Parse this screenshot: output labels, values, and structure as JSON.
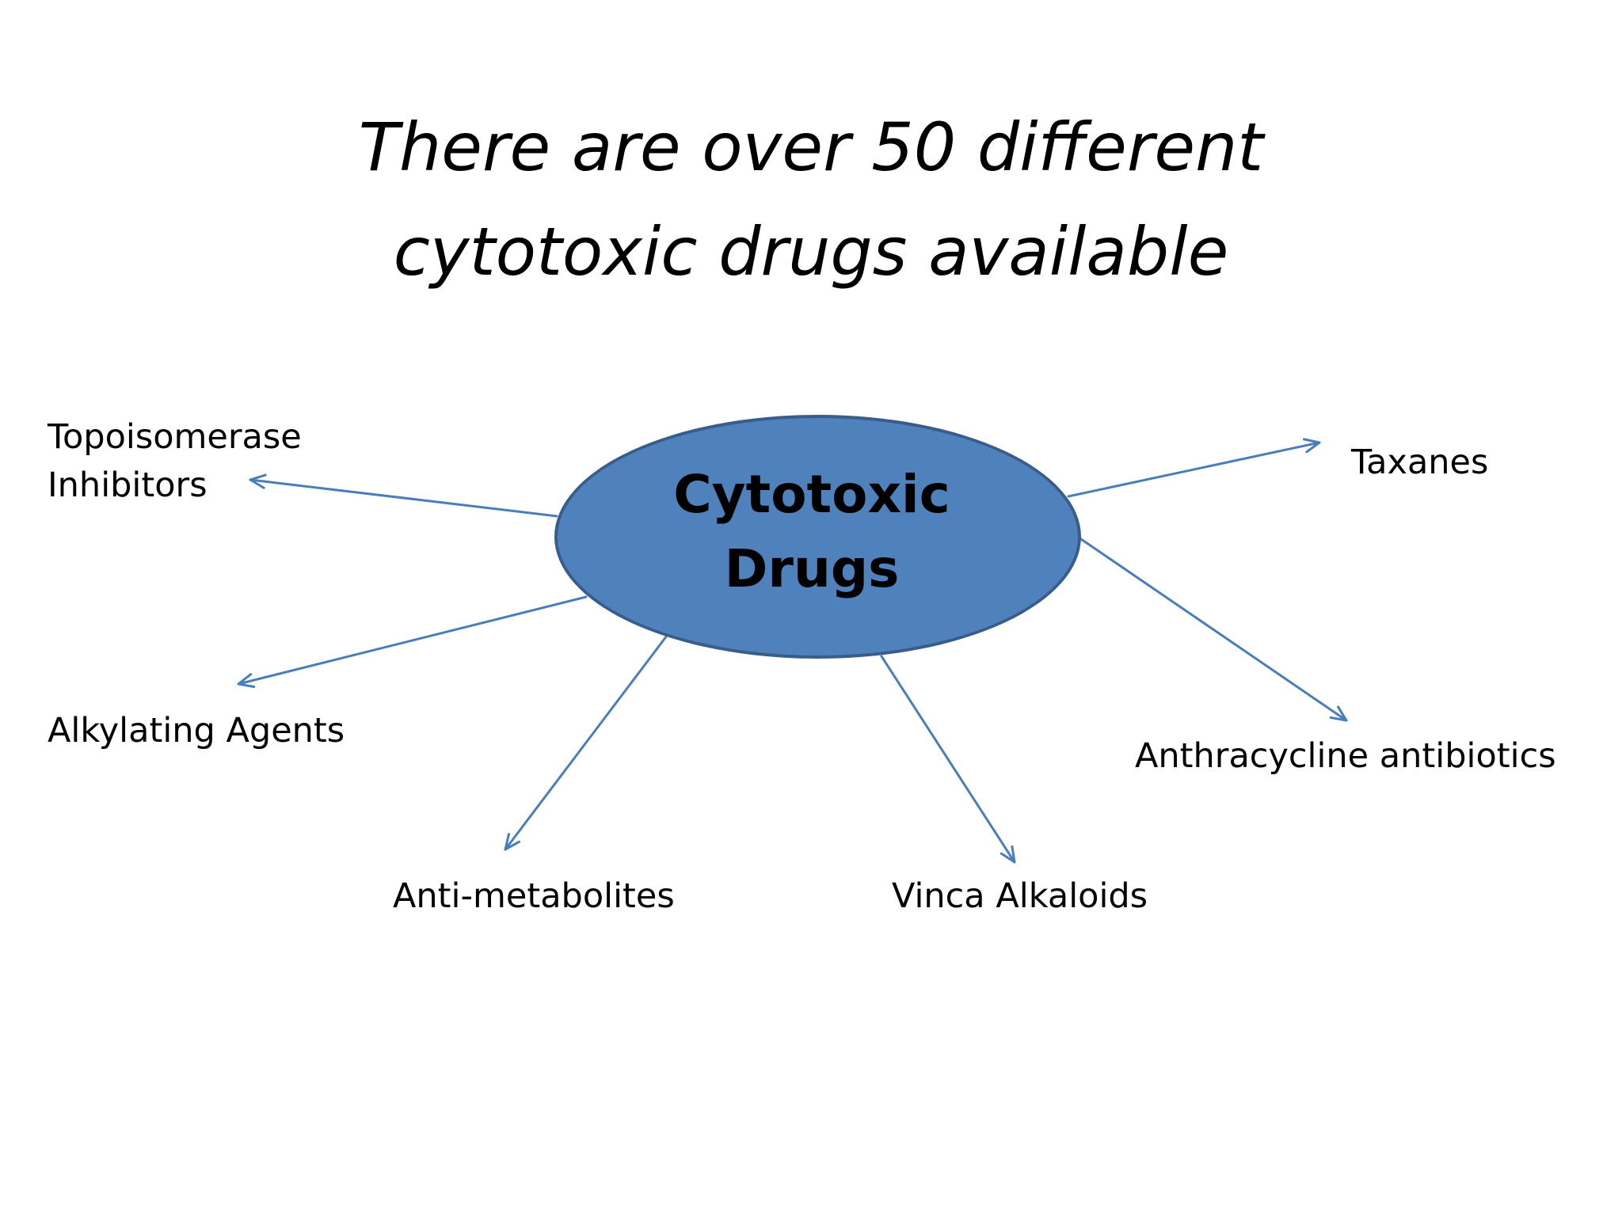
{
  "title": {
    "line1": "There are over 50 different",
    "line2": "cytotoxic drugs available"
  },
  "hub": {
    "line1": "Cytotoxic",
    "line2": "Drugs",
    "fill_color": "#4f81bd",
    "border_color": "#385d8a"
  },
  "arrow_color": "#4a7ebb",
  "nodes": {
    "topoisomerase": {
      "line1": "Topoisomerase",
      "line2": "Inhibitors"
    },
    "taxanes": {
      "label": "Taxanes"
    },
    "alkylating": {
      "label": "Alkylating Agents"
    },
    "anthracycline": {
      "label": "Anthracycline antibiotics"
    },
    "antimetabolites": {
      "label": "Anti-metabolites"
    },
    "vinca": {
      "label": "Vinca Alkaloids"
    }
  }
}
